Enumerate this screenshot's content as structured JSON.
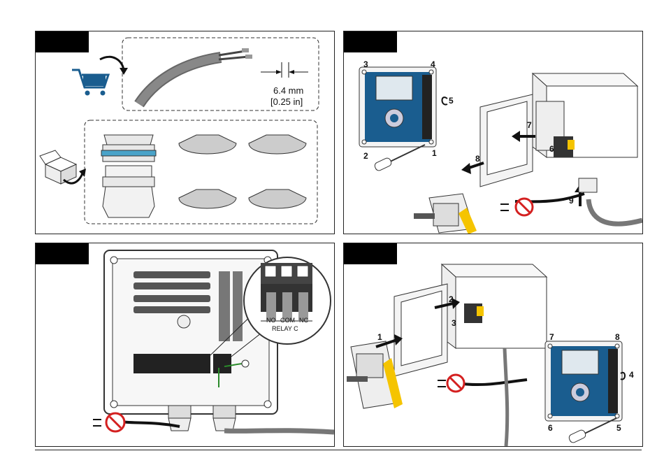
{
  "panels": [
    {
      "id": "p1"
    },
    {
      "id": "p2"
    },
    {
      "id": "p3"
    },
    {
      "id": "p4"
    }
  ],
  "panel1": {
    "dimension_mm": "6.4 mm",
    "dimension_in": "[0.25 in]",
    "icons": [
      "cart-icon",
      "box-icon"
    ]
  },
  "panel2": {
    "corner_labels": [
      "3",
      "4",
      "2",
      "1"
    ],
    "step_labels": [
      "5",
      "6",
      "7",
      "8",
      "9"
    ]
  },
  "panel3": {
    "terminals": [
      "NO",
      "COM",
      "NC"
    ],
    "relay_label": "RELAY C"
  },
  "panel4": {
    "step_labels": [
      "1",
      "2",
      "3",
      "4",
      "5"
    ],
    "corner_labels": [
      "7",
      "8",
      "6"
    ]
  },
  "colors": {
    "accent_blue": "#1a5d8f",
    "warning_yellow": "#f5c400",
    "no_power_red": "#d42020",
    "relay_blue": "#4aa3c9"
  }
}
